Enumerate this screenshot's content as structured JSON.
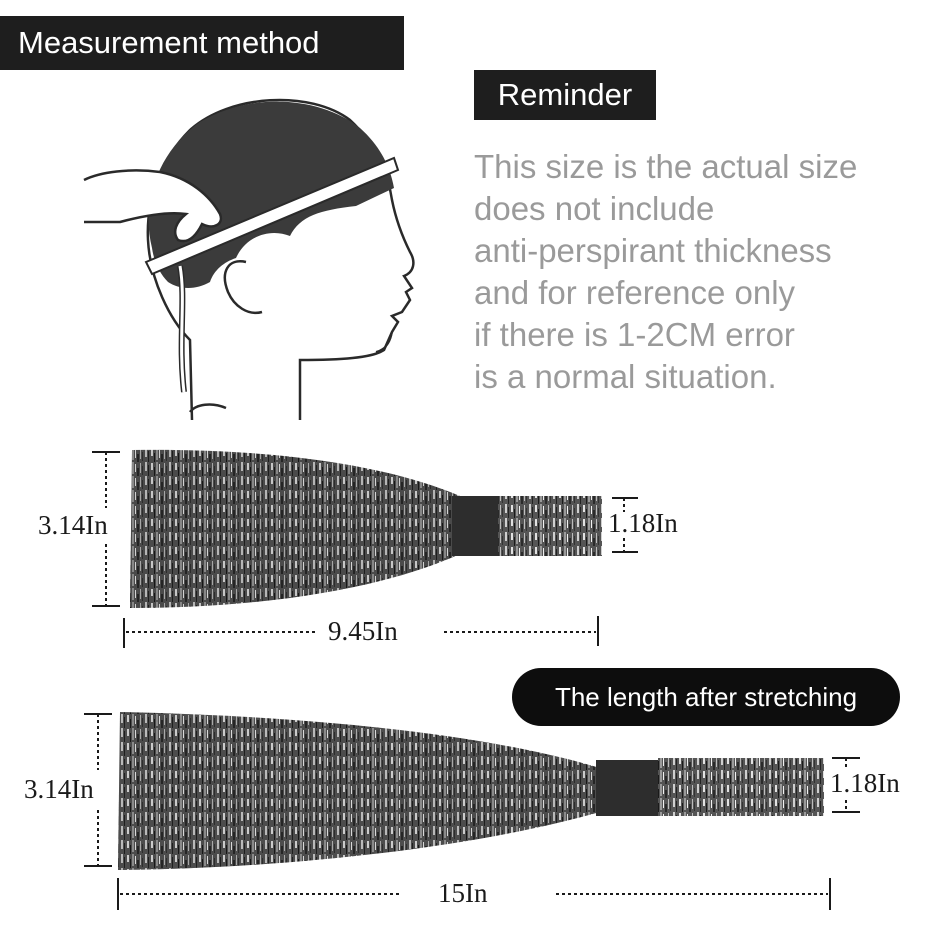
{
  "measurement": {
    "title": "Measurement method"
  },
  "reminder": {
    "title": "Reminder",
    "lines": [
      "This size is the actual size",
      "does not include",
      "anti-perspirant thickness",
      "and for reference only",
      "if there is 1-2CM error",
      "is a normal situation."
    ]
  },
  "normal": {
    "height": "3.14In",
    "band_width": "1.18In",
    "length": "9.45In"
  },
  "stretched": {
    "label": "The length after stretching",
    "height": "3.14In",
    "band_width": "1.18In",
    "length": "15In"
  },
  "colors": {
    "label_bg": "#1e1e1e",
    "text_gray": "#9a9a9a",
    "head": "#3b3b3b",
    "fabric": "#4a4a4a"
  }
}
